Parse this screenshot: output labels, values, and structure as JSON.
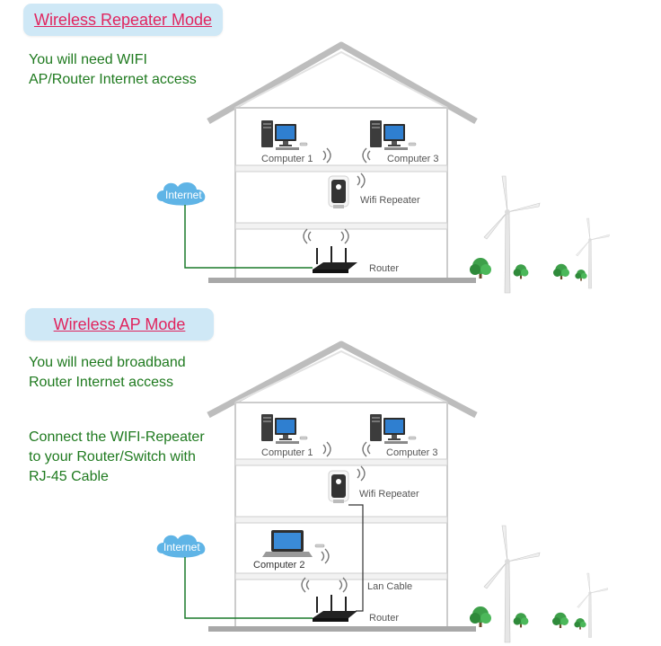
{
  "section1": {
    "title": "Wireless Repeater Mode",
    "note_line1": "You will need WIFI",
    "note_line2": "AP/Router Internet access",
    "labels": {
      "computer1": "Computer 1",
      "computer3": "Computer 3",
      "repeater": "Wifi Repeater",
      "router": "Router",
      "internet": "Internet"
    }
  },
  "section2": {
    "title": "Wireless AP Mode",
    "note_line1": "You will need broadband",
    "note_line2": "Router Internet access",
    "connect_line1": "Connect the WIFI-Repeater",
    "connect_line2": "to your Router/Switch with",
    "connect_line3": "RJ-45 Cable",
    "labels": {
      "computer1": "Computer 1",
      "computer3": "Computer 3",
      "repeater": "Wifi Repeater",
      "computer2": "Computer 2",
      "lan_cable": "Lan Cable",
      "router": "Router",
      "internet": "Internet"
    }
  },
  "colors": {
    "title_text": "#e0245e",
    "badge_bg": "#cfe8f6",
    "body_text": "#1f7a1f",
    "cable": "#1a7a2a",
    "roof": "#c8c8c8",
    "cloud": "#5fb4e6"
  },
  "icons": {
    "computer": "desktop-computer-icon",
    "laptop": "laptop-icon",
    "repeater": "wifi-repeater-icon",
    "router": "wifi-router-icon",
    "cloud": "cloud-icon",
    "wave": "wifi-signal-icon",
    "tree": "tree-icon",
    "turbine": "wind-turbine-icon"
  }
}
